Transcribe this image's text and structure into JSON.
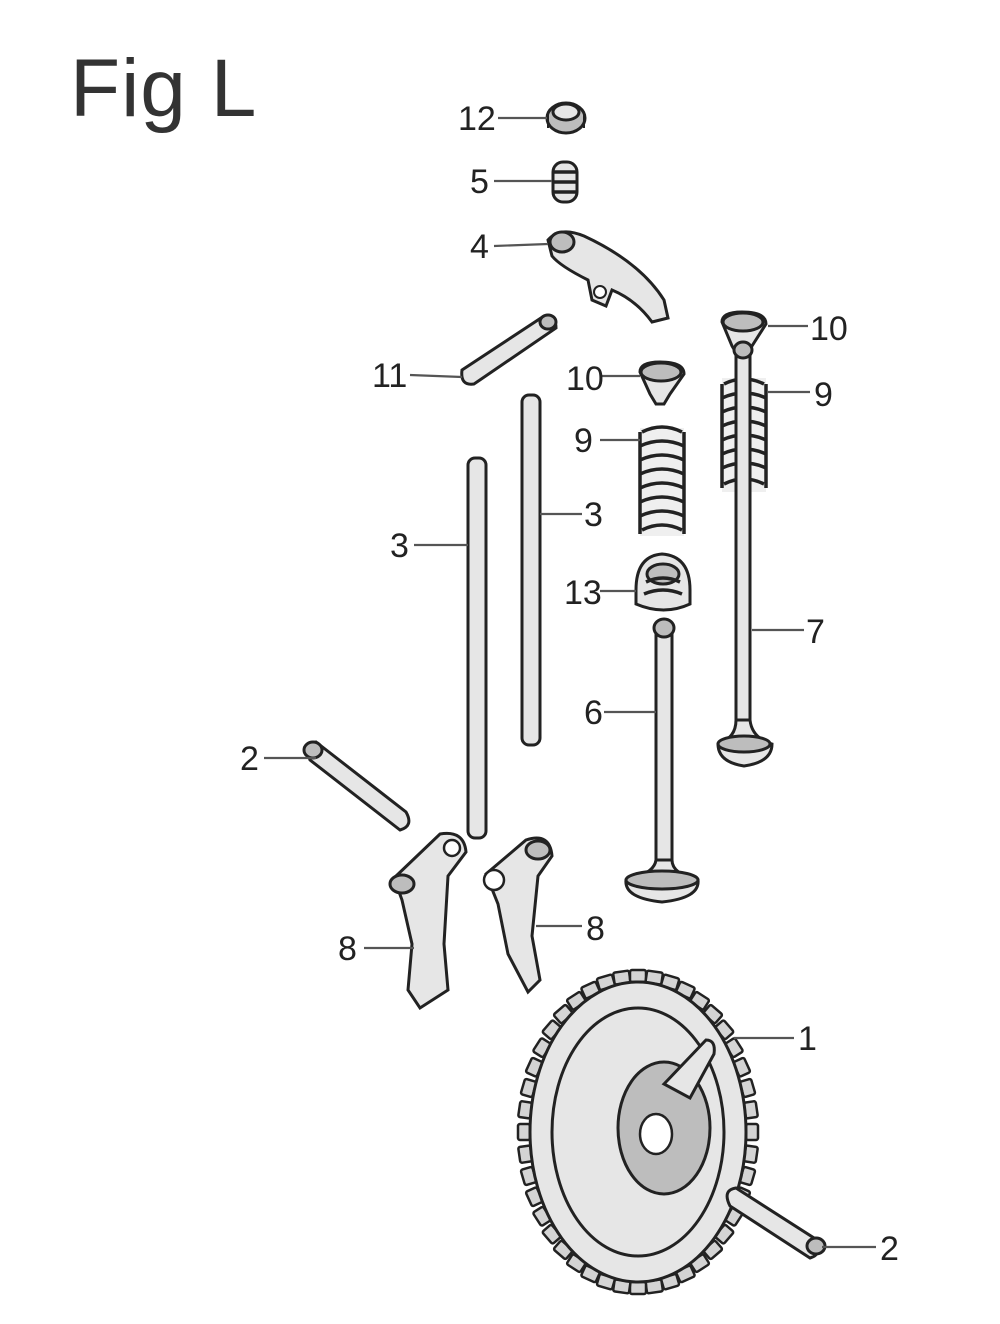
{
  "figure": {
    "title": "Fig L"
  },
  "callouts": {
    "c12": "12",
    "c5": "5",
    "c4": "4",
    "c10a": "10",
    "c10b": "10",
    "c11": "11",
    "c9a": "9",
    "c9b": "9",
    "c3a": "3",
    "c3b": "3",
    "c13": "13",
    "c7": "7",
    "c6": "6",
    "c2a": "2",
    "c2b": "2",
    "c8a": "8",
    "c8b": "8",
    "c1": "1"
  }
}
